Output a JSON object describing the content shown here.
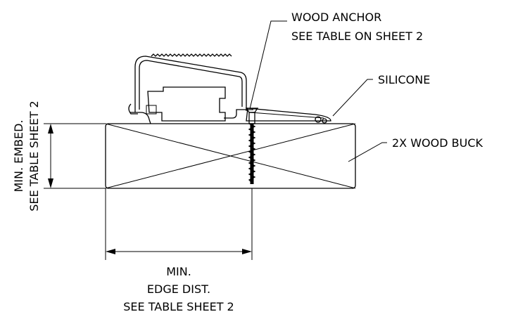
{
  "callouts": {
    "wood_anchor": {
      "line1": "WOOD ANCHOR",
      "line2": "SEE TABLE ON SHEET 2"
    },
    "silicone": "SILICONE",
    "wood_buck": "2X WOOD BUCK"
  },
  "dimensions": {
    "embed": {
      "line1": "MIN. EMBED.",
      "line2": "SEE TABLE SHEET 2"
    },
    "edge": {
      "line1": "MIN.",
      "line2": "EDGE DIST.",
      "line3": "SEE TABLE SHEET 2"
    }
  },
  "colors": {
    "ink": "#000000",
    "paper": "#ffffff"
  }
}
